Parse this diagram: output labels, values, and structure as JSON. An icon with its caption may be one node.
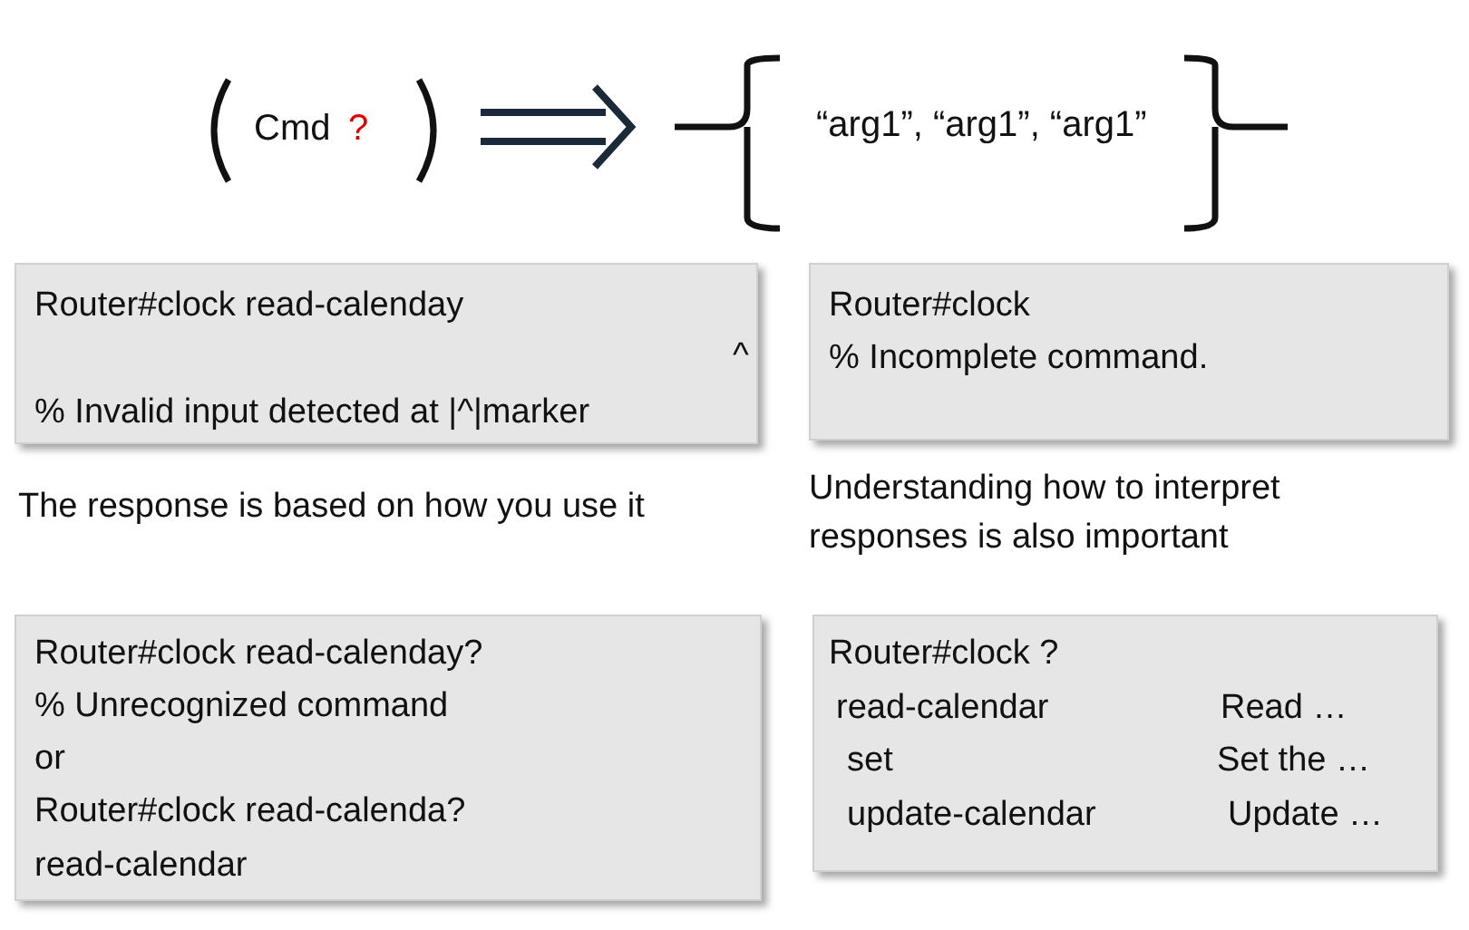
{
  "diagram": {
    "nodes": [
      {
        "text": [
          "Cmd",
          "?"
        ]
      },
      {
        "text": [
          "“arg1”, “arg1”, “arg1”"
        ]
      },
      {
        "text": [
          "Router#clock read-calenday",
          "^",
          "% Invalid input detected at |^|marker"
        ]
      },
      {
        "text": [
          "Router#clock",
          "% Incomplete command."
        ]
      },
      {
        "text": [
          "Router#clock read-calenday?",
          "% Unrecognized command",
          "or",
          "Router#clock read-calenda?",
          "read-calendar"
        ]
      },
      {
        "text": [
          "Router#clock ?",
          "read-calendar",
          "Read …",
          "set",
          "Set the …",
          "update-calendar",
          "Update …"
        ]
      }
    ],
    "edges": [
      {
        "from": 0,
        "to": 1,
        "arrow": "to"
      }
    ],
    "labels": [
      "The response is based on how you use it",
      "Understanding how to interpret responses is also important"
    ]
  }
}
